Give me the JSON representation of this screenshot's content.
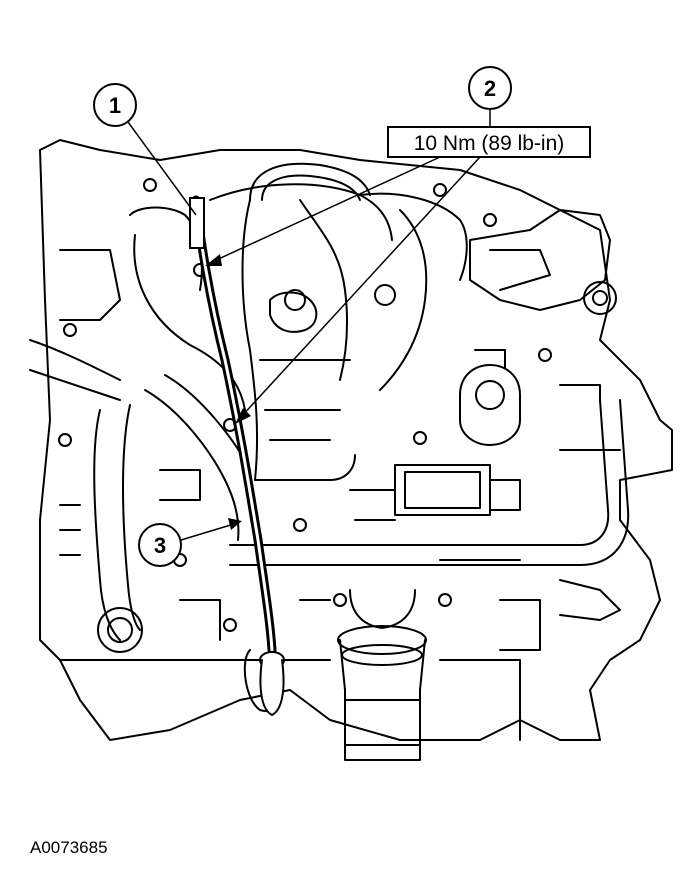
{
  "callouts": [
    {
      "number": "1"
    },
    {
      "number": "2"
    },
    {
      "number": "3"
    }
  ],
  "torque_label": "10 Nm (89 lb-in)",
  "figure_id": "A0073685"
}
